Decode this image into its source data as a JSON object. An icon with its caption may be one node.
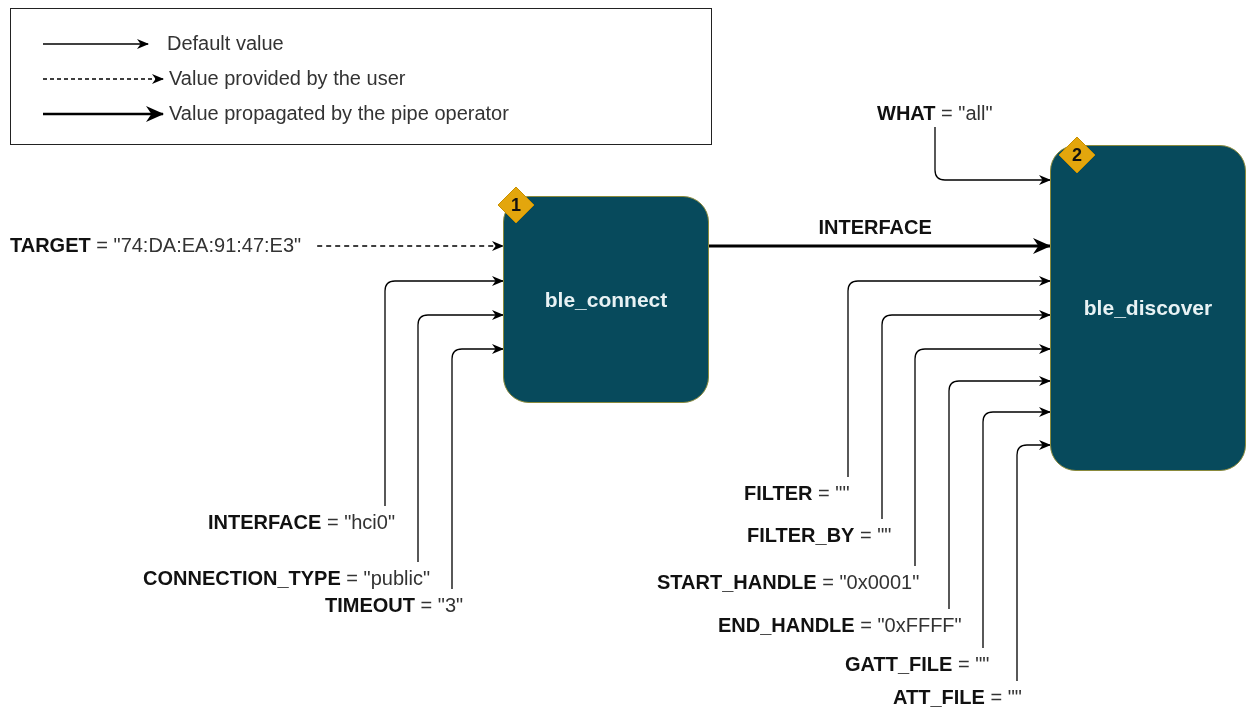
{
  "diagram": {
    "nodes": [
      {
        "text": [
          "**TARGET** = \"74:DA:EA:91:47:E3\""
        ]
      },
      {
        "text": [
          "1"
        ]
      },
      {
        "text": [
          "ble_connect"
        ]
      },
      {
        "text": [
          "**INTERFACE** = \"hci0\""
        ]
      },
      {
        "text": [
          "**CONNECTION_TYPE** = \"public\""
        ]
      },
      {
        "text": [
          "**TIMEOUT** = \"3\""
        ]
      },
      {
        "text": [
          "**WHAT** = \"all\""
        ]
      },
      {
        "text": [
          "2"
        ]
      },
      {
        "text": [
          "ble_discover"
        ]
      },
      {
        "text": [
          "**FILTER** = \"\""
        ]
      },
      {
        "text": [
          "**FILTER_BY** = \"\""
        ]
      },
      {
        "text": [
          "**START_HANDLE** = \"0x0001\""
        ]
      },
      {
        "text": [
          "**END_HANDLE** = \"0xFFFF\""
        ]
      },
      {
        "text": [
          "**GATT_FILE** = \"\""
        ]
      },
      {
        "text": [
          "**ATT_FILE** = \"\""
        ]
      }
    ],
    "edges": [
      {
        "from": 0,
        "to": 2,
        "arrow": "to",
        "style": "dashed"
      },
      {
        "from": 3,
        "to": 2,
        "arrow": "to"
      },
      {
        "from": 4,
        "to": 2,
        "arrow": "to"
      },
      {
        "from": 5,
        "to": 2,
        "arrow": "to"
      },
      {
        "from": 2,
        "to": 8,
        "arrow": "to",
        "label": "INTERFACE",
        "style": "thick"
      },
      {
        "from": 6,
        "to": 8,
        "arrow": "to"
      },
      {
        "from": 9,
        "to": 8,
        "arrow": "to"
      },
      {
        "from": 10,
        "to": 8,
        "arrow": "to"
      },
      {
        "from": 11,
        "to": 8,
        "arrow": "to"
      },
      {
        "from": 12,
        "to": 8,
        "arrow": "to"
      },
      {
        "from": 13,
        "to": 8,
        "arrow": "to"
      },
      {
        "from": 14,
        "to": 8,
        "arrow": "to"
      }
    ],
    "legend": [
      {
        "text": "Default value"
      },
      {
        "text": "Value provided by the user"
      },
      {
        "text": "Value propagated by the pipe operator"
      }
    ]
  }
}
